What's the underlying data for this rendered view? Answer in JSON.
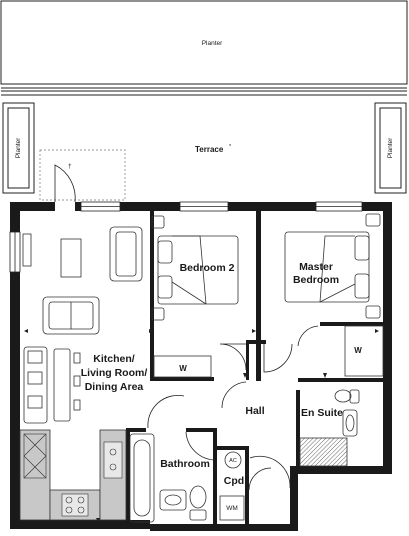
{
  "plan": {
    "labels": {
      "planter_top": "Planter",
      "planter_left": "Planter",
      "planter_right": "Planter",
      "terrace": "Terrace",
      "terrace_mark": "*",
      "dagger": "†",
      "bedroom2": "Bedroom 2",
      "master_line1": "Master",
      "master_line2": "Bedroom",
      "kitchen_line1": "Kitchen/",
      "kitchen_line2": "Living Room/",
      "kitchen_line3": "Dining Area",
      "hall": "Hall",
      "en_suite": "En Suite",
      "bathroom": "Bathroom",
      "ac": "AC",
      "cpd": "Cpd",
      "wm": "WM",
      "w_bed2": "W",
      "w_master": "W"
    }
  }
}
